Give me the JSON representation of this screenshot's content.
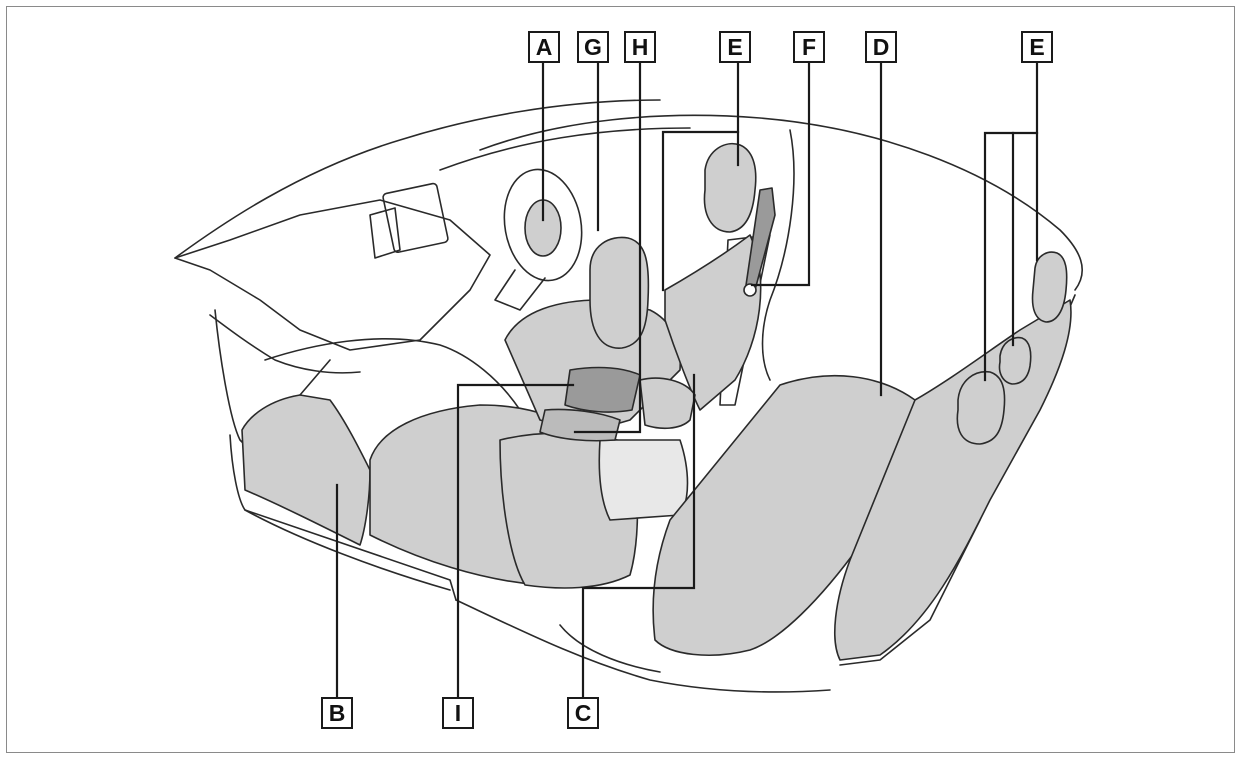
{
  "colors": {
    "line": "#2a2a2a",
    "highlight_fill": "#cfcfcf",
    "dark_fill": "#9a9a9a",
    "frame": "#8a8a8a",
    "background": "#ffffff"
  },
  "callouts": {
    "A": "A",
    "G": "G",
    "H": "H",
    "E_front": "E",
    "F": "F",
    "D": "D",
    "E_rear": "E",
    "B": "B",
    "I": "I",
    "C": "C"
  }
}
